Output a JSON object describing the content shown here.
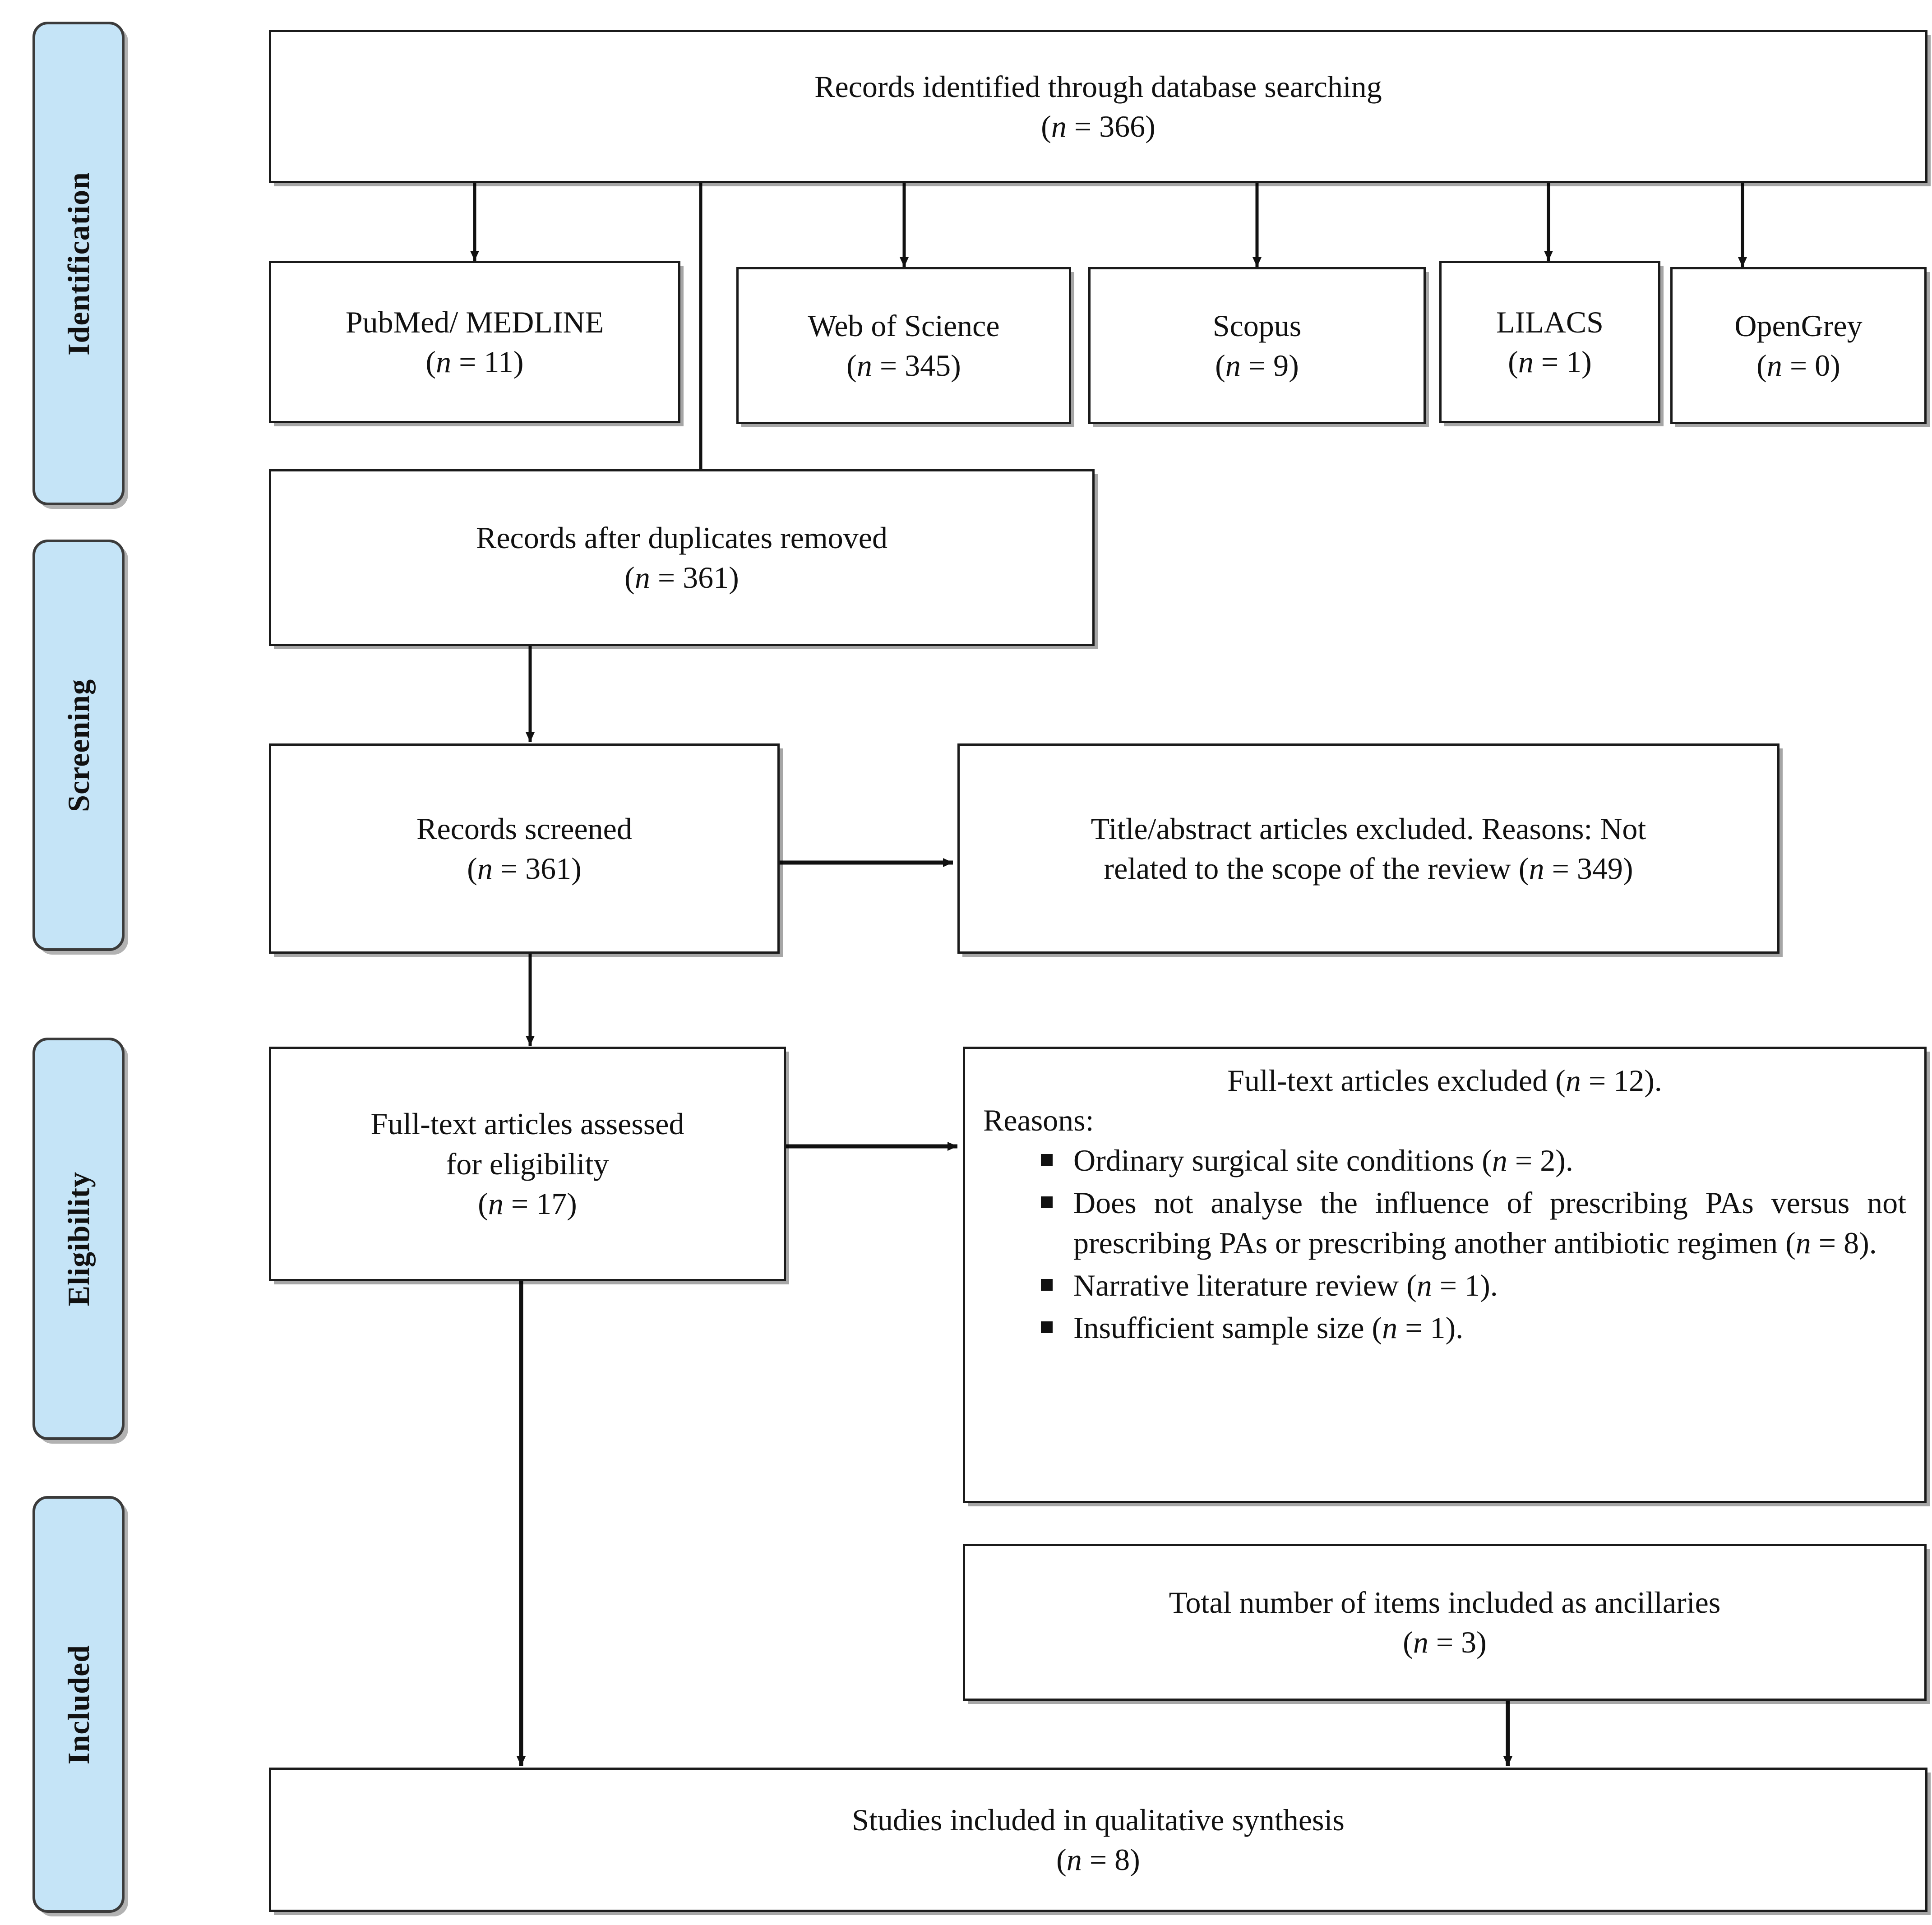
{
  "diagram": {
    "type": "prisma-flow-diagram",
    "accent_color": "#c5e4f7",
    "border_color": "#1b1b1b",
    "background": "#ffffff"
  },
  "stages": [
    {
      "id": "identification",
      "label": "Identification"
    },
    {
      "id": "screening",
      "label": "Screening"
    },
    {
      "id": "eligibility",
      "label": "Eligibility"
    },
    {
      "id": "included",
      "label": "Included"
    }
  ],
  "nodes": {
    "records_identified": {
      "line1": "Records identified through database searching",
      "line2": "(n = 366)"
    },
    "databases": [
      {
        "name": "PubMed/ MEDLINE",
        "count": "(n = 11)"
      },
      {
        "name": "Web of Science",
        "count": "(n = 345)"
      },
      {
        "name": "Scopus",
        "count": "(n = 9)"
      },
      {
        "name": "LILACS",
        "count": "(n = 1)"
      },
      {
        "name": "OpenGrey",
        "count": "(n = 0)"
      }
    ],
    "duplicates_removed": {
      "line1": "Records after duplicates removed",
      "line2": "(n = 361)"
    },
    "records_screened": {
      "line1": "Records screened",
      "line2": "(n = 361)"
    },
    "title_abstract_excluded": {
      "line1": "Title/abstract articles excluded. Reasons: Not",
      "line2": "related to the scope of the review (n = 349)"
    },
    "fulltext_assessed": {
      "line1": "Full-text articles assessed",
      "line2": "for eligibility",
      "line3": "(n = 17)"
    },
    "fulltext_excluded": {
      "heading": "Full-text articles excluded (n = 12).",
      "reasons_label": "Reasons:",
      "reasons": [
        "Ordinary surgical site conditions (n = 2).",
        "Does not analyse the influence of prescribing PAs versus not prescribing PAs or prescribing another antibiotic regimen (n = 8).",
        "Narrative literature review (n = 1).",
        "Insufficient sample size (n = 1)."
      ]
    },
    "ancillaries": {
      "line1": "Total number of items included as ancillaries",
      "line2": "(n = 3)"
    },
    "studies_included": {
      "line1": "Studies included in qualitative synthesis",
      "line2": "(n = 8)"
    }
  }
}
